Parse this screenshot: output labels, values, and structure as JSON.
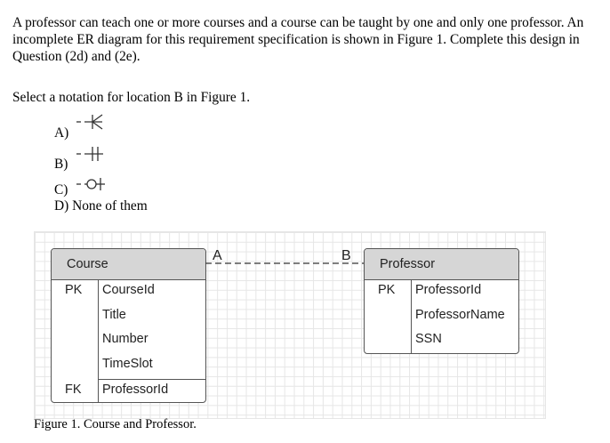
{
  "question": {
    "text": "A professor can teach one or more courses and a course can be taught by one and only one professor. An incomplete ER diagram for this requirement specification is shown in Figure 1. Complete this design in Question (2d) and (2e).",
    "prompt": "Select a notation for location B in Figure 1."
  },
  "options": [
    {
      "label": "A)",
      "icon": "crow-foot-one-or-many-icon"
    },
    {
      "label": "B)",
      "icon": "one-and-only-one-icon"
    },
    {
      "label": "C)",
      "icon": "zero-or-one-icon"
    },
    {
      "label": "D) None of them"
    }
  ],
  "figure": {
    "course": {
      "name": "Course",
      "pk_label": "PK",
      "fk_label": "FK",
      "pk_attr": "CourseId",
      "attributes": [
        "Title",
        "Number",
        "TimeSlot"
      ],
      "fk_attr": "ProfessorId"
    },
    "professor": {
      "name": "Professor",
      "pk_label": "PK",
      "pk_attr": "ProfessorId",
      "attributes": [
        "ProfessorName",
        "SSN"
      ]
    },
    "location_a": "A",
    "location_b": "B",
    "caption": "Figure 1. Course and Professor."
  }
}
